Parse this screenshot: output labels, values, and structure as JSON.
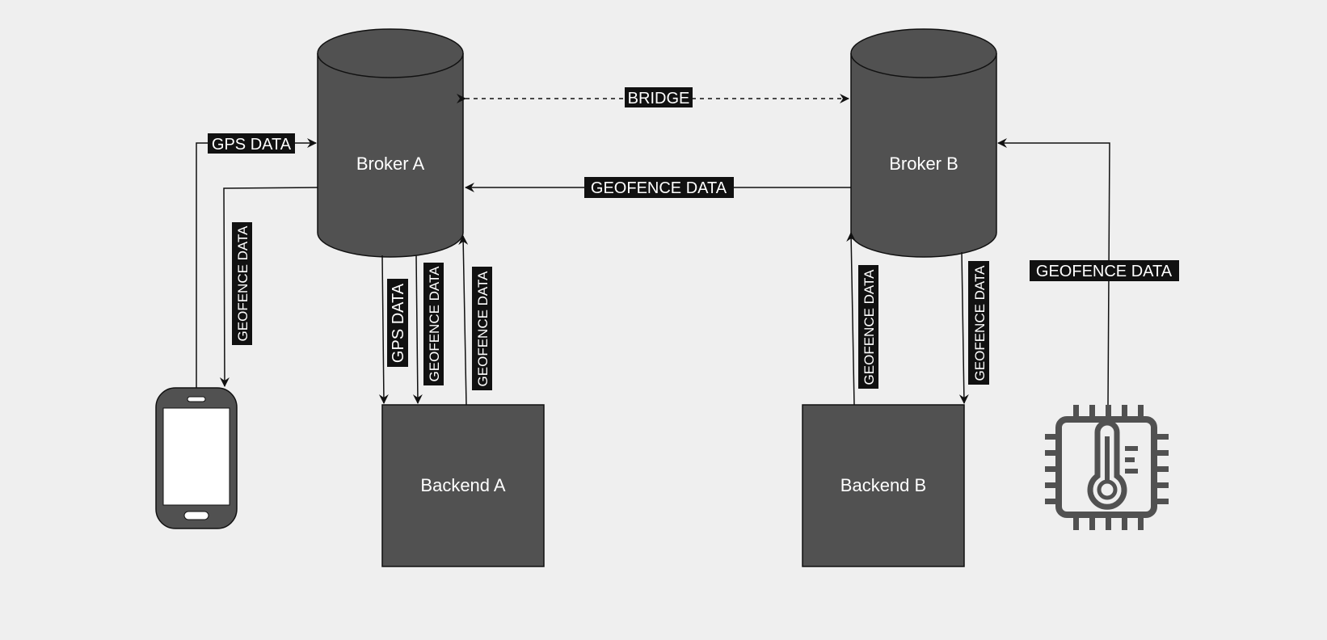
{
  "colors": {
    "background": "#efefef",
    "node_fill": "#515151",
    "stroke": "#111111",
    "label_bg": "#111111",
    "text": "#ffffff",
    "sensor_icon": "#515151"
  },
  "nodes": {
    "broker_a": "Broker A",
    "broker_b": "Broker B",
    "backend_a": "Backend A",
    "backend_b": "Backend B",
    "phone_icon": "smartphone-icon",
    "sensor_icon": "temperature-sensor-chip-icon"
  },
  "edges": {
    "bridge": "BRIDGE",
    "phone_to_broker_a": "GPS DATA",
    "broker_a_to_phone": "GEOFENCE DATA",
    "broker_b_to_broker_a": "GEOFENCE DATA",
    "broker_a_to_backend_a_gps": "GPS DATA",
    "broker_a_to_backend_a_geofence": "GEOFENCE DATA",
    "backend_a_to_broker_a": "GEOFENCE DATA",
    "backend_b_to_broker_b": "GEOFENCE DATA",
    "broker_b_to_backend_b": "GEOFENCE DATA",
    "sensor_to_broker_b": "GEOFENCE DATA"
  }
}
